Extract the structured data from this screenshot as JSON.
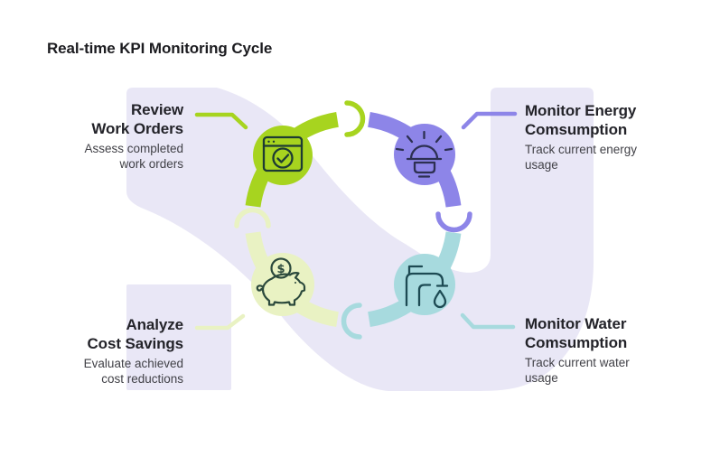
{
  "title": "Real-time KPI Monitoring Cycle",
  "colors": {
    "background": "#ffffff",
    "shape_lavender": "#e9e7f6",
    "green": "#a7d41f",
    "pale_green": "#e9f2c3",
    "purple": "#8d85e8",
    "teal": "#a7dade",
    "title_text": "#232329",
    "desc_text": "#414147"
  },
  "nodes": [
    {
      "id": "review-work-orders",
      "title_lines": [
        "Review",
        "Work Orders"
      ],
      "desc_lines": [
        "Assess completed",
        "work orders"
      ],
      "icon": "browser-check-icon",
      "color": "#a7d41f",
      "icon_stroke": "#1d3b33"
    },
    {
      "id": "monitor-energy",
      "title_lines": [
        "Monitor Energy",
        "Comsumption"
      ],
      "desc_lines": [
        "Track current energy",
        "usage"
      ],
      "icon": "lightbulb-icon",
      "color": "#8d85e8",
      "icon_stroke": "#2d3052"
    },
    {
      "id": "monitor-water",
      "title_lines": [
        "Monitor Water",
        "Comsumption"
      ],
      "desc_lines": [
        "Track current water",
        "usage"
      ],
      "icon": "faucet-icon",
      "color": "#a7dade",
      "icon_stroke": "#1d4a53",
      "droplet": "water-drop"
    },
    {
      "id": "analyze-cost-savings",
      "title_lines": [
        "Analyze",
        "Cost Savings"
      ],
      "desc_lines": [
        "Evaluate achieved",
        "cost reductions"
      ],
      "icon": "piggy-bank-icon",
      "color": "#e9f2c3",
      "icon_stroke": "#2b493c",
      "dollar_sign": "$"
    }
  ]
}
